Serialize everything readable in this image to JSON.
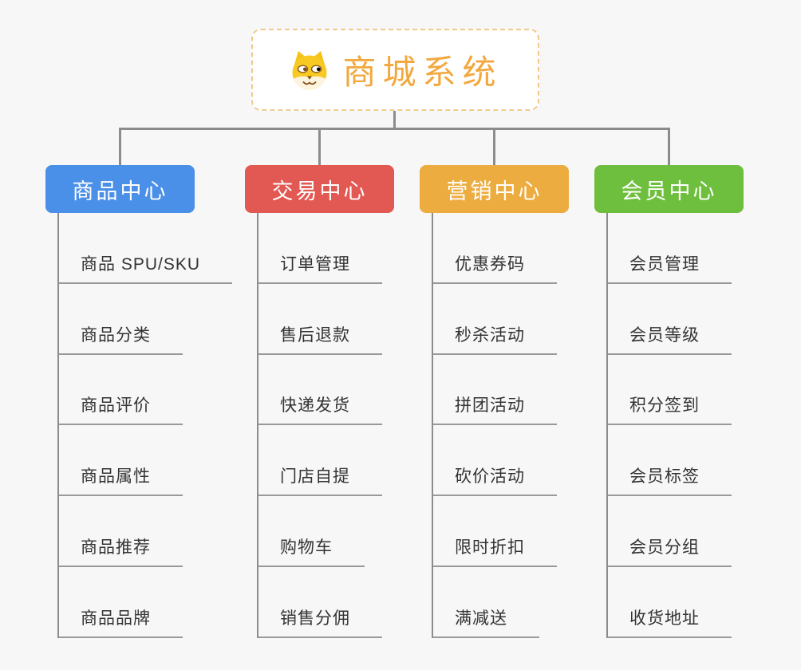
{
  "root": {
    "title": "商城系统",
    "icon": "dog-face-icon",
    "title_color": "#F2A83E",
    "border_color": "#F2C98C"
  },
  "connector_color": "#8C8C8C",
  "underline_color": "#999999",
  "background_color": "#F7F7F7",
  "branches": [
    {
      "label": "商品中心",
      "color": "#4A8FE8",
      "children": [
        "商品 SPU/SKU",
        "商品分类",
        "商品评价",
        "商品属性",
        "商品推荐",
        "商品品牌"
      ]
    },
    {
      "label": "交易中心",
      "color": "#E25852",
      "children": [
        "订单管理",
        "售后退款",
        "快递发货",
        "门店自提",
        "购物车",
        "销售分佣"
      ]
    },
    {
      "label": "营销中心",
      "color": "#EDAC40",
      "children": [
        "优惠券码",
        "秒杀活动",
        "拼团活动",
        "砍价活动",
        "限时折扣",
        "满减送"
      ]
    },
    {
      "label": "会员中心",
      "color": "#6FBF3E",
      "children": [
        "会员管理",
        "会员等级",
        "积分签到",
        "会员标签",
        "会员分组",
        "收货地址"
      ]
    }
  ]
}
